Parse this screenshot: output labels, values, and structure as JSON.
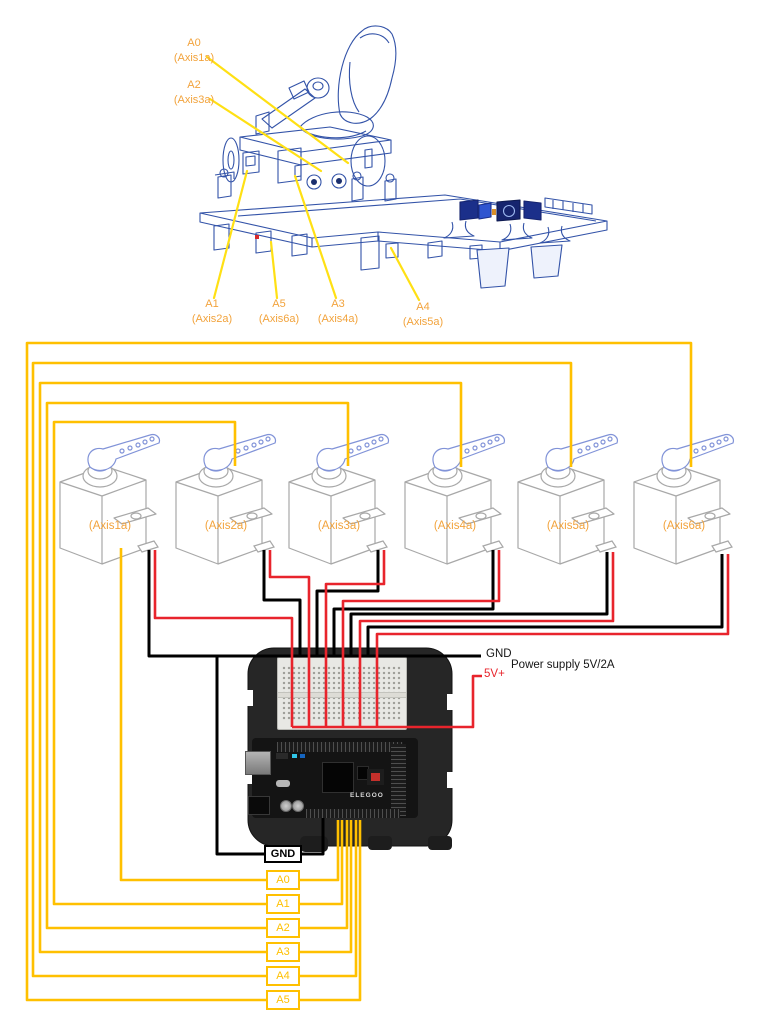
{
  "cad": {
    "labels": [
      {
        "pin": "A0",
        "axis": "(Axis1a)"
      },
      {
        "pin": "A2",
        "axis": "(Axis3a)"
      },
      {
        "pin": "A1",
        "axis": "(Axis2a)"
      },
      {
        "pin": "A5",
        "axis": "(Axis6a)"
      },
      {
        "pin": "A3",
        "axis": "(Axis4a)"
      },
      {
        "pin": "A4",
        "axis": "(Axis5a)"
      }
    ]
  },
  "servos": [
    {
      "label": "(Axis1a)"
    },
    {
      "label": "(Axis2a)"
    },
    {
      "label": "(Axis3a)"
    },
    {
      "label": "(Axis4a)"
    },
    {
      "label": "(Axis5a)"
    },
    {
      "label": "(Axis6a)"
    }
  ],
  "power": {
    "gnd": "GND",
    "supply": "Power supply 5V/2A",
    "v5": "5V+"
  },
  "arduino": {
    "brand": "ELEGOO",
    "gnd_box": "GND",
    "analog_pins": [
      "A0",
      "A1",
      "A2",
      "A3",
      "A4",
      "A5"
    ]
  },
  "colors": {
    "signal_yellow": "#FFC000",
    "leader_yellow": "#FFE014",
    "power_red": "#E8242C",
    "ground_black": "#000000",
    "label_orange": "#F2A33C",
    "cad_blue": "#3353A8"
  }
}
